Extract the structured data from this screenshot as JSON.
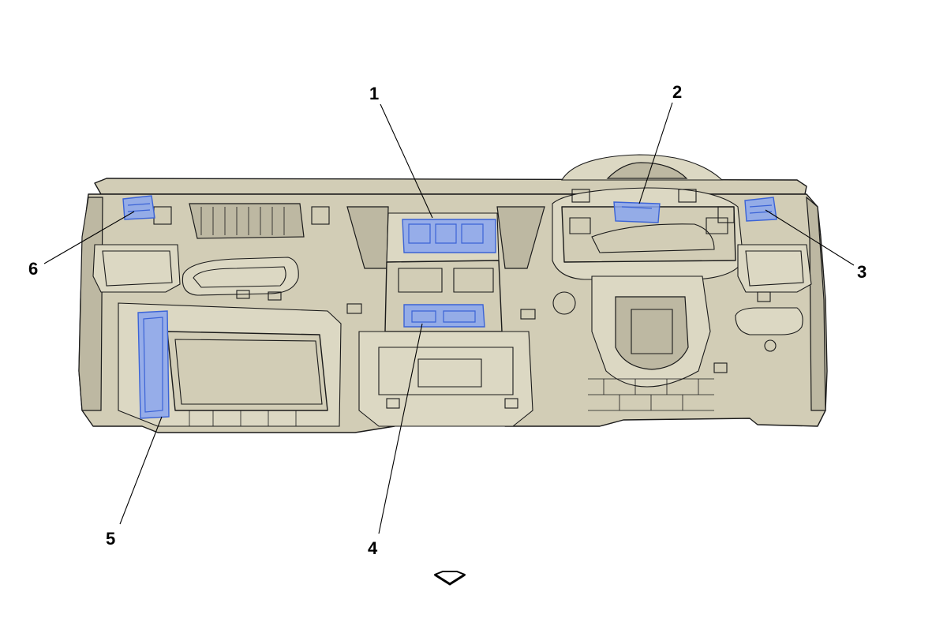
{
  "callouts": [
    {
      "id": "1",
      "label": "1"
    },
    {
      "id": "2",
      "label": "2"
    },
    {
      "id": "3",
      "label": "3"
    },
    {
      "id": "4",
      "label": "4"
    },
    {
      "id": "5",
      "label": "5"
    },
    {
      "id": "6",
      "label": "6"
    }
  ],
  "colors": {
    "body": "#d2cdb6",
    "highlight": "#8aa6f0",
    "highlight_stroke": "#3b63d6",
    "outline": "#1a1a1a"
  },
  "icons": {
    "direction": "chevron-down-icon"
  }
}
